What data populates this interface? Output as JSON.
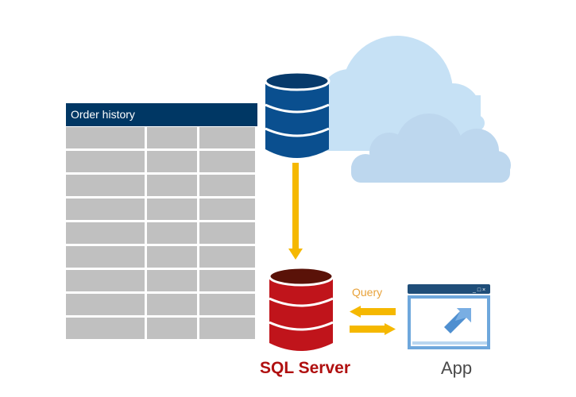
{
  "diagram": {
    "table": {
      "title": "Order history",
      "rows": 9,
      "columns": 3,
      "header_color": "#003764",
      "cell_color": "#c0c0c0"
    },
    "cloud_database": {
      "color": "#0a4f8f",
      "top_color": "#073a6b"
    },
    "local_database": {
      "label": "SQL Server",
      "label_color": "#b01010",
      "color": "#c0141b",
      "top_color": "#5a1208"
    },
    "app": {
      "label": "App",
      "label_color": "#4a4a4a",
      "titlebar_controls": "_ □ ×"
    },
    "connection": {
      "query_label": "Query",
      "query_color": "#e8a23a",
      "arrow_color": "#f5b800"
    },
    "cloud_colors": {
      "back": "#c6e1f5",
      "front": "#bdd7ee"
    }
  }
}
